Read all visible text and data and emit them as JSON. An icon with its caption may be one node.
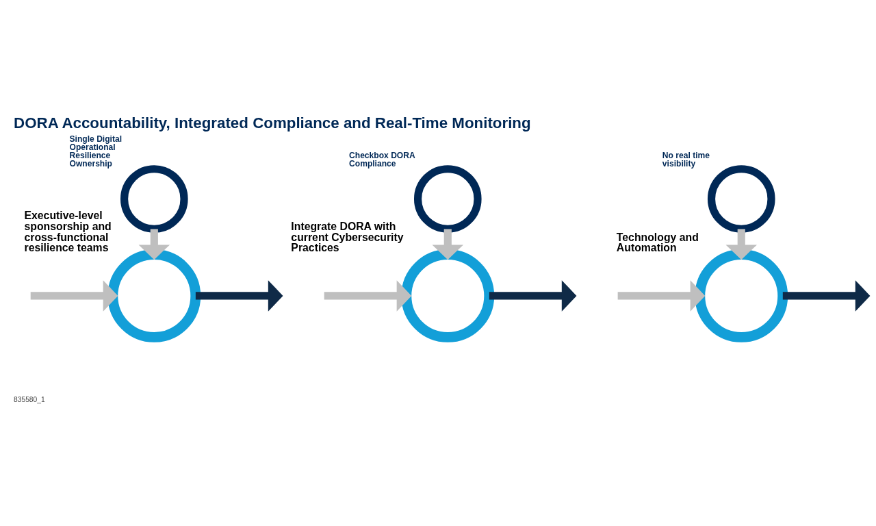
{
  "diagram": {
    "title": "DORA Accountability, Integrated Compliance and Real-Time Monitoring",
    "nodes": [
      {
        "text": [],
        "shape": "circle",
        "beside": [
          "Single Digital Operational Resilience Ownership"
        ]
      },
      {
        "text": [],
        "shape": "circle",
        "beside": [
          "Executive-level sponsorship and cross-functional resilience teams"
        ]
      },
      {
        "text": [],
        "shape": "circle",
        "beside": [
          "Checkbox DORA Compliance"
        ]
      },
      {
        "text": [],
        "shape": "circle",
        "beside": [
          "Integrate DORA with current Cybersecurity Practices"
        ]
      },
      {
        "text": [],
        "shape": "circle",
        "beside": [
          "No real time visibility"
        ]
      },
      {
        "text": [],
        "shape": "circle",
        "beside": [
          "Technology and Automation"
        ]
      }
    ],
    "edges": [
      {
        "from": 0,
        "to": 1,
        "arrow": "to"
      },
      {
        "from": 2,
        "to": 3,
        "arrow": "to"
      },
      {
        "from": 4,
        "to": 5,
        "arrow": "to"
      },
      {
        "from": null,
        "to": 1,
        "arrow": "to"
      },
      {
        "from": 1,
        "to": null,
        "arrow": "to",
        "color": "#0f2a47"
      },
      {
        "from": null,
        "to": 3,
        "arrow": "to"
      },
      {
        "from": 3,
        "to": null,
        "arrow": "to",
        "color": "#0f2a47"
      },
      {
        "from": null,
        "to": 5,
        "arrow": "to"
      },
      {
        "from": 5,
        "to": null,
        "arrow": "to",
        "color": "#0f2a47"
      }
    ],
    "labels": [
      "835580_1"
    ]
  }
}
